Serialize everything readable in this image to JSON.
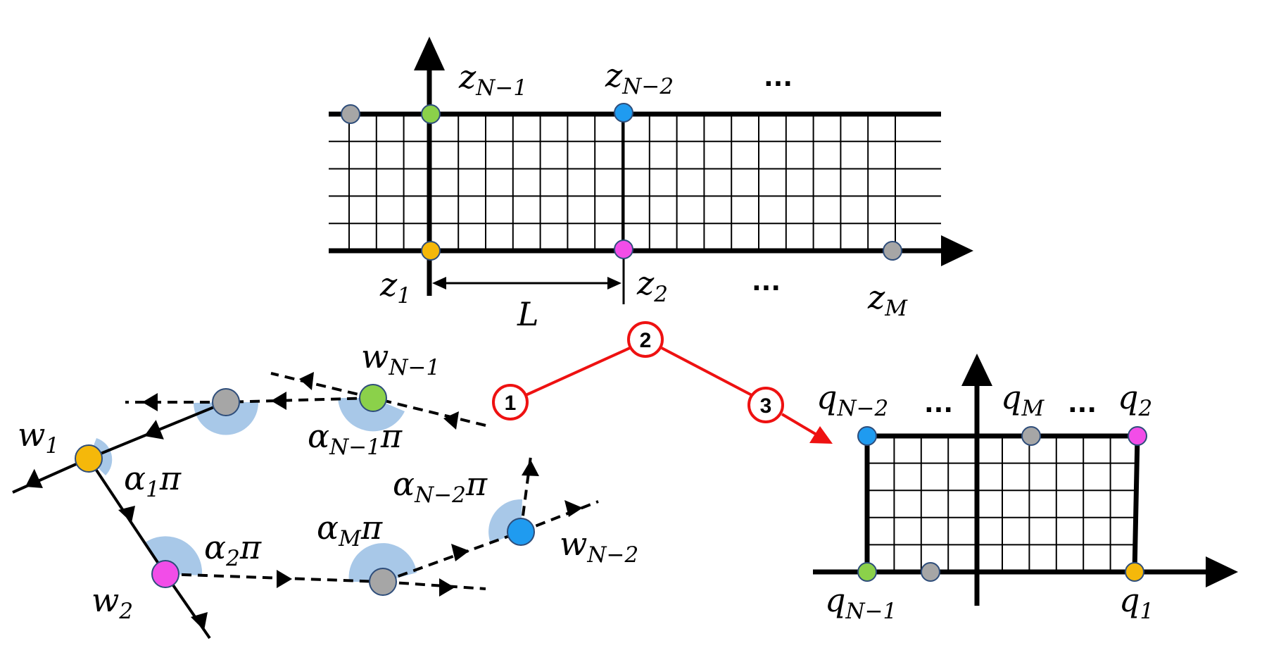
{
  "colors": {
    "gray": "#a6a6a6",
    "green": "#8bd14a",
    "blue": "#1f9bf0",
    "magenta": "#f24de8",
    "orange": "#f5b80a",
    "wedge": "#a8c8e8",
    "red": "#ee1111",
    "outline": "#2e4d7a"
  },
  "top_plane": {
    "labels": {
      "zN1": {
        "main": "z",
        "sub": "N−1"
      },
      "zN2": {
        "main": "z",
        "sub": "N−2"
      },
      "z1": {
        "main": "z",
        "sub": "1"
      },
      "z2": {
        "main": "z",
        "sub": "2"
      },
      "zM": {
        "main": "z",
        "sub": "M"
      },
      "L": "L",
      "ellipsis_top": "...",
      "ellipsis_bottom": "..."
    }
  },
  "polygon": {
    "labels": {
      "w1": {
        "main": "w",
        "sub": "1"
      },
      "w2": {
        "main": "w",
        "sub": "2"
      },
      "wN1": {
        "main": "w",
        "sub": "N−1"
      },
      "wN2": {
        "main": "w",
        "sub": "N−2"
      },
      "a1": {
        "main": "α",
        "sub": "1",
        "tail": "π"
      },
      "a2": {
        "main": "α",
        "sub": "2",
        "tail": "π"
      },
      "aN1": {
        "main": "α",
        "sub": "N−1",
        "tail": "π"
      },
      "aN2": {
        "main": "α",
        "sub": "N−2",
        "tail": "π"
      },
      "aM": {
        "main": "α",
        "sub": "M",
        "tail": "π"
      }
    }
  },
  "rect_plane": {
    "labels": {
      "qN2": {
        "main": "q",
        "sub": "N−2"
      },
      "qM": {
        "main": "q",
        "sub": "M"
      },
      "q2": {
        "main": "q",
        "sub": "2"
      },
      "qN1": {
        "main": "q",
        "sub": "N−1"
      },
      "q1": {
        "main": "q",
        "sub": "1"
      },
      "ellipsis_left": "...",
      "ellipsis_right": "..."
    }
  },
  "steps": [
    "1",
    "2",
    "3"
  ]
}
